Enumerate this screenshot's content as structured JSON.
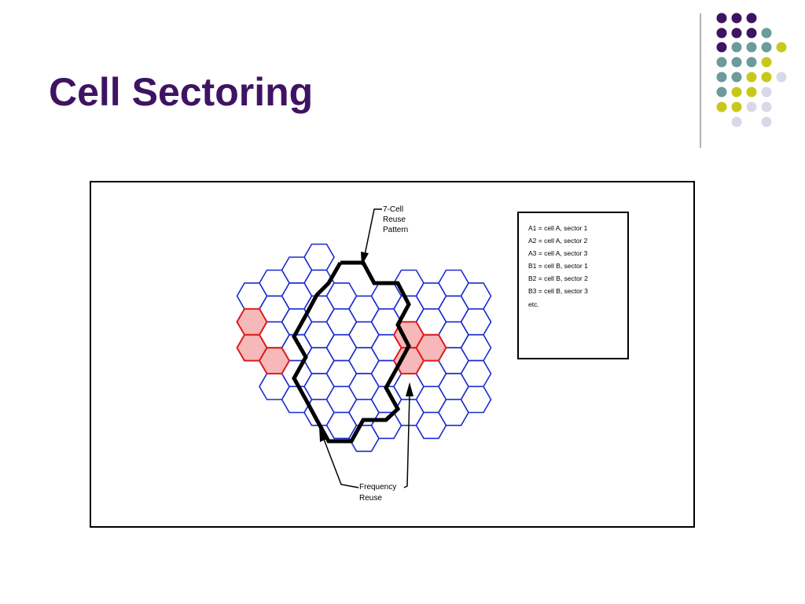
{
  "slide": {
    "title": "Cell Sectoring"
  },
  "diagram": {
    "callout_top": [
      "7-Cell",
      "Reuse",
      "Pattern"
    ],
    "callout_bottom": [
      "Frequency",
      "Reuse"
    ],
    "legend": [
      "A1 = cell A, sector 1",
      "A2 = cell A, sector 2",
      "A3 = cell A, sector 3",
      "B1 = cell B, sector 1",
      "B2 = cell B, sector 2",
      "B3 = cell B, sector 3",
      "etc."
    ],
    "colors": {
      "cell_line": "#1b2bd0",
      "reuse_fill": "#f6b8b8",
      "reuse_line": "#e01b1b",
      "cluster_outline": "#000000"
    }
  }
}
